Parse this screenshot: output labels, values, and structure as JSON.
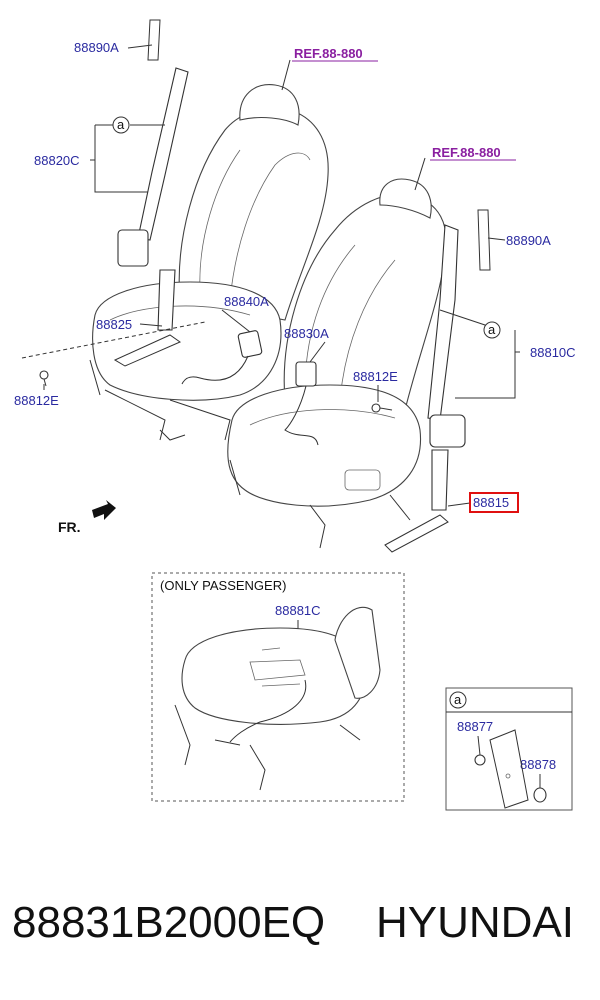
{
  "refs": {
    "ref_left": "REF.88-880",
    "ref_right": "REF.88-880"
  },
  "labels": {
    "p88890A_left": "88890A",
    "p88820C": "88820C",
    "p88840A": "88840A",
    "p88825": "88825",
    "p88812E_left": "88812E",
    "p88890A_right": "88890A",
    "p88830A": "88830A",
    "p88812E_right": "88812E",
    "p88810C": "88810C",
    "p88815": "88815",
    "fr": "FR.",
    "callout_a_1": "a",
    "callout_a_2": "a",
    "callout_a_3": "a"
  },
  "inset_passenger": {
    "title": "(ONLY PASSENGER)",
    "part": "88881C"
  },
  "inset_a": {
    "part_1": "88877",
    "part_2": "88878"
  },
  "caption": {
    "part_number": "88831B2000EQ",
    "brand": "HYUNDAI"
  },
  "colors": {
    "label": "#2a2aa0",
    "ref": "#8a1fa0",
    "highlight_box": "#e01010"
  }
}
